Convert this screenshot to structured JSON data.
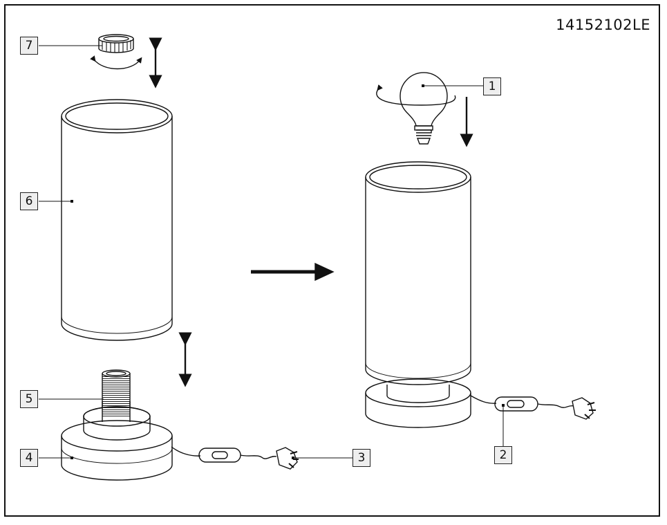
{
  "product_code": "14152102LE",
  "labels": {
    "bulb": "1",
    "switch_right": "2",
    "plug": "3",
    "base": "4",
    "lamp_holder": "5",
    "shade": "6",
    "ring_nut": "7"
  },
  "colors": {
    "line": "#111111",
    "label_fill": "#eeeeee"
  }
}
